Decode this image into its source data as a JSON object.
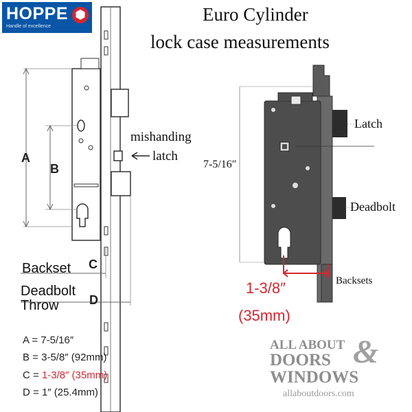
{
  "logo": {
    "name": "HOPPE",
    "tagline": "Handle of excellence",
    "emblem_icon": "hoppe-emblem-icon"
  },
  "title": {
    "line1": "Euro Cylinder",
    "line2": "lock case measurements"
  },
  "left_diagram": {
    "dimension_letters": {
      "a": "A",
      "b": "B",
      "c": "C",
      "d": "D"
    },
    "backset_label": "Backset",
    "deadbolt_throw_label": [
      "Deadbolt",
      "Throw"
    ],
    "mishanding_label": [
      "mishanding",
      "latch"
    ]
  },
  "measurements": [
    {
      "prefix": "A = ",
      "value": "7-5/16″",
      "highlight": false
    },
    {
      "prefix": "B = ",
      "value": "3-5/8″ (92mm)",
      "highlight": false
    },
    {
      "prefix": "C = ",
      "value": "1-3/8″ (35mm)",
      "highlight": true
    },
    {
      "prefix": "D = ",
      "value": "1″ (25.4mm)",
      "highlight": false
    }
  ],
  "right_diagram": {
    "height_label": "7-5/16″",
    "latch_label": "Latch",
    "deadbolt_label": "Deadbolt",
    "backsets_label": "Backsets",
    "backset_value": "1-3/8″",
    "backset_metric": "(35mm)"
  },
  "watermark": {
    "line1": "ALL ABOUT",
    "line2": "DOORS",
    "ampersand": "&",
    "line3": "WINDOWS",
    "url": "allaboutdoors.com"
  },
  "colors": {
    "accent_red": "#d7262e",
    "logo_blue": "#0a55a6",
    "lock_body": "#4d4d4d"
  }
}
